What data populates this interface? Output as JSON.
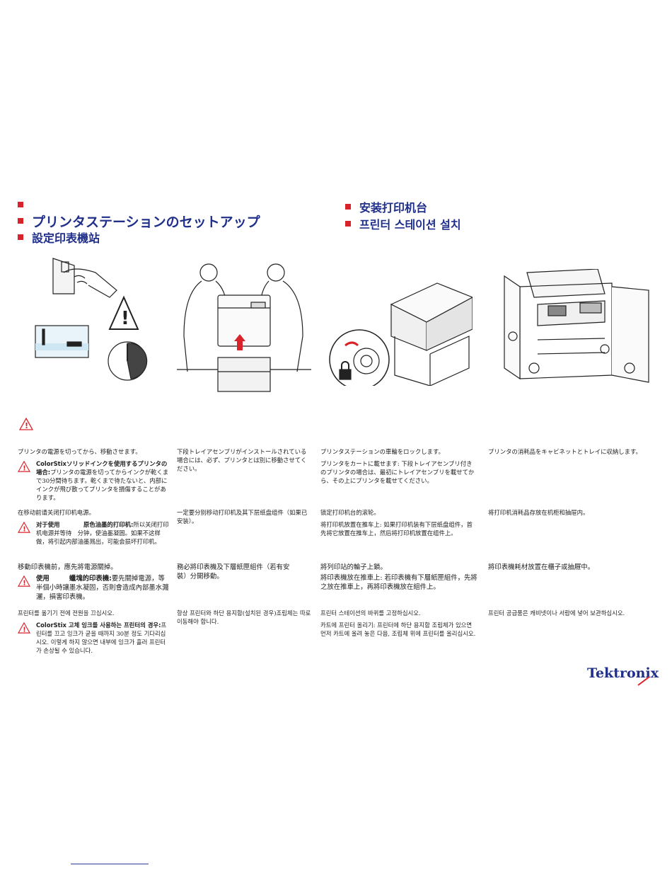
{
  "headings": {
    "left": [
      {
        "text": ""
      },
      {
        "text": "プリンタステーションのセットアップ"
      },
      {
        "text": "設定印表機站"
      }
    ],
    "right": [
      {
        "text": "安装打印机台"
      },
      {
        "text": "프린터 스테이션 설치"
      }
    ]
  },
  "illustrations": [
    {
      "name": "power-off-wait-icon"
    },
    {
      "name": "two-people-lifting-printer-icon"
    },
    {
      "name": "lock-cart-wheels-icon"
    },
    {
      "name": "cabinet-storage-icon"
    }
  ],
  "ja": {
    "c1": "プリンタの電源を切ってから、移動させます。",
    "c1_warn_bold": "ColorStixソリッドインクを使用するプリンタの場合:",
    "c1_warn": "プリンタの電源を切ってからインクが乾くまで30分間待ちます。乾くまで待たないと、内部にインクが飛び散ってプリンタを損傷することがあります。",
    "c2": "下段トレイアセンブリがインストールされている場合には、必ず、プリンタとは別に移動させてください。",
    "c3_a": "プリンタステーションの車輪をロックします。",
    "c3_b": "プリンタをカートに載せます: 下段トレイアセンブリ付きのプリンタの場合は、最初にトレイアセンブリを載せてから、その上にプリンタを載せてください。",
    "c4": "プリンタの消耗品をキャビネットとトレイに収納します。"
  },
  "zh_s": {
    "c1": "在移动前请关闭打印机电源。",
    "c1_warn_bold": "对于使用　　　　原色油墨的打印机:",
    "c1_warn": "所以关闭打印机电源并等待　分钟，使油墨凝固。如果不这样做，将引起内部油墨溅出，可能会损坏打印机。",
    "c2": "一定要分别移动打印机及其下层纸盘组件（如果已安装）。",
    "c3_a": "锁定打印机台的滚轮。",
    "c3_b": "将打印机放置在推车上: 如果打印机装有下层纸盘组件，首先将它放置在推车上，然后将打印机放置在组件上。",
    "c4": "将打印机消耗品存放在机柜和抽屉内。"
  },
  "zh_t": {
    "c1": "移動印表機前，應先將電源關掉。",
    "c1_warn_bold": "使用　　　蠟塊的印表機:",
    "c1_warn": "要先關掉電源，等半個小時讓墨水凝固，否則會造成內部墨水濺灑，損害印表機。",
    "c2": "務必將印表機及下層紙匣組件（若有安裝）分開移動。",
    "c3_a": "將列印站的輪子上鎖。",
    "c3_b": "將印表機放在推車上: 若印表機有下層紙匣組件，先將之放在推車上，再將印表機放在組件上。",
    "c4": "將印表機耗材放置在櫃子或抽屜中。"
  },
  "ko": {
    "c1": "프린터를 옮기기 전에 전원을 끄십시오.",
    "c1_warn_bold": "ColorStix 고체 잉크를 사용하는 프린터의 경우:",
    "c1_warn": "프린터를 끄고 잉크가 굳을 때까지 30분 정도 기다리십시오. 이렇게 하지 않으면 내부에 잉크가 흘러 프린터가 손상될 수 있습니다.",
    "c2": "항상 프린터와 하단 용지함(설치된 경우)조립체는 따로 이동해야 합니다.",
    "c3_a": "프린터 스테이션의 바퀴를 고정하십시오.",
    "c3_b": "카트에 프린터 올리기: 프린터에 하단 용지함 조립체가 있으면 먼저 카트에 올려 놓은 다음, 조립체 위에 프린터를 올리십시오.",
    "c4": "프린터 공급품은 캐비넷이나 서랍에 넣어 보관하십시오."
  },
  "brand": {
    "logo": "Tektronix"
  },
  "colors": {
    "heading": "#1f2f8a",
    "bullet": "#d9232a",
    "warning": "#d9232a"
  }
}
